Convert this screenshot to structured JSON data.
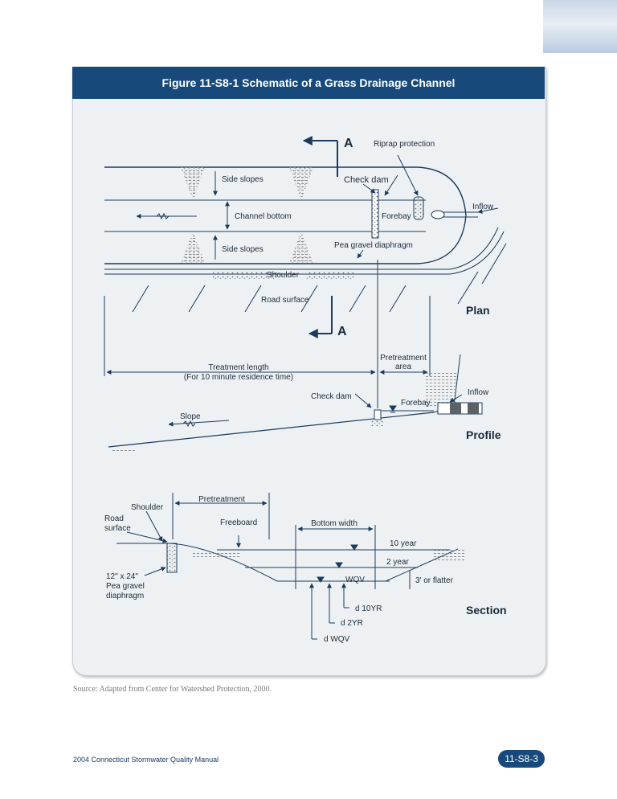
{
  "figure": {
    "title": "Figure 11-S8-1 Schematic of a Grass Drainage Channel",
    "source": "Source: Adapted from Center for Watershed Protection, 2000."
  },
  "plan": {
    "section_marker": "A",
    "riprap": "Riprap protection",
    "side_slopes": "Side slopes",
    "check_dam": "Check dam",
    "inflow": "Inflow",
    "channel_bottom": "Channel bottom",
    "forebay": "Forebay",
    "pea_gravel_diaphragm": "Pea gravel diaphragm",
    "shoulder": "Shoulder",
    "road_surface": "Road surface",
    "view_label": "Plan",
    "treatment_length": "Treatment length",
    "residence_time": "(For 10 minute residence time)",
    "pretreatment_area_1": "Pretreatment",
    "pretreatment_area_2": "area"
  },
  "profile": {
    "check_dam": "Check dam",
    "forebay": "Forebay",
    "inflow": "Inflow",
    "slope": "Slope",
    "view_label": "Profile"
  },
  "section": {
    "shoulder": "Shoulder",
    "road_surface_1": "Road",
    "road_surface_2": "surface",
    "pretreatment": "Pretreatment",
    "freeboard": "Freeboard",
    "bottom_width": "Bottom width",
    "ten_year": "10 year",
    "two_year": "2 year",
    "wqv": "WQV",
    "side_slope": "3' or flatter",
    "diaphragm_1": "12\" x 24\"",
    "diaphragm_2": "Pea gravel",
    "diaphragm_3": "diaphragm",
    "d10": "d 10YR",
    "d2": "d 2YR",
    "dwqv": "d WQV",
    "view_label": "Section"
  },
  "footer": {
    "manual": "2004 Connecticut Stormwater Quality Manual",
    "page": "11-S8-3"
  },
  "colors": {
    "header": "#174a7a",
    "panel": "#eef1f3",
    "line": "#1b3a5c"
  }
}
